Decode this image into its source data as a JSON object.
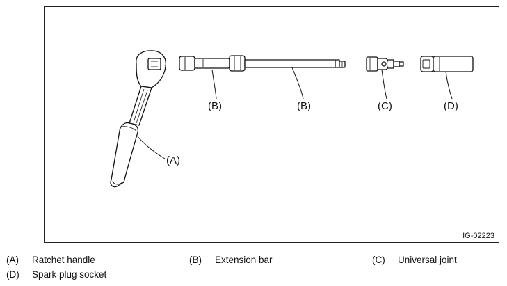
{
  "figure": {
    "id": "IG-02223",
    "callouts": {
      "ratchet": "(A)",
      "extension_left": "(B)",
      "extension_right": "(B)",
      "universal": "(C)",
      "socket": "(D)"
    }
  },
  "legend": [
    {
      "key": "(A)",
      "text": "Ratchet handle"
    },
    {
      "key": "(B)",
      "text": "Extension bar"
    },
    {
      "key": "(C)",
      "text": "Universal joint"
    },
    {
      "key": "(D)",
      "text": "Spark plug socket"
    }
  ]
}
